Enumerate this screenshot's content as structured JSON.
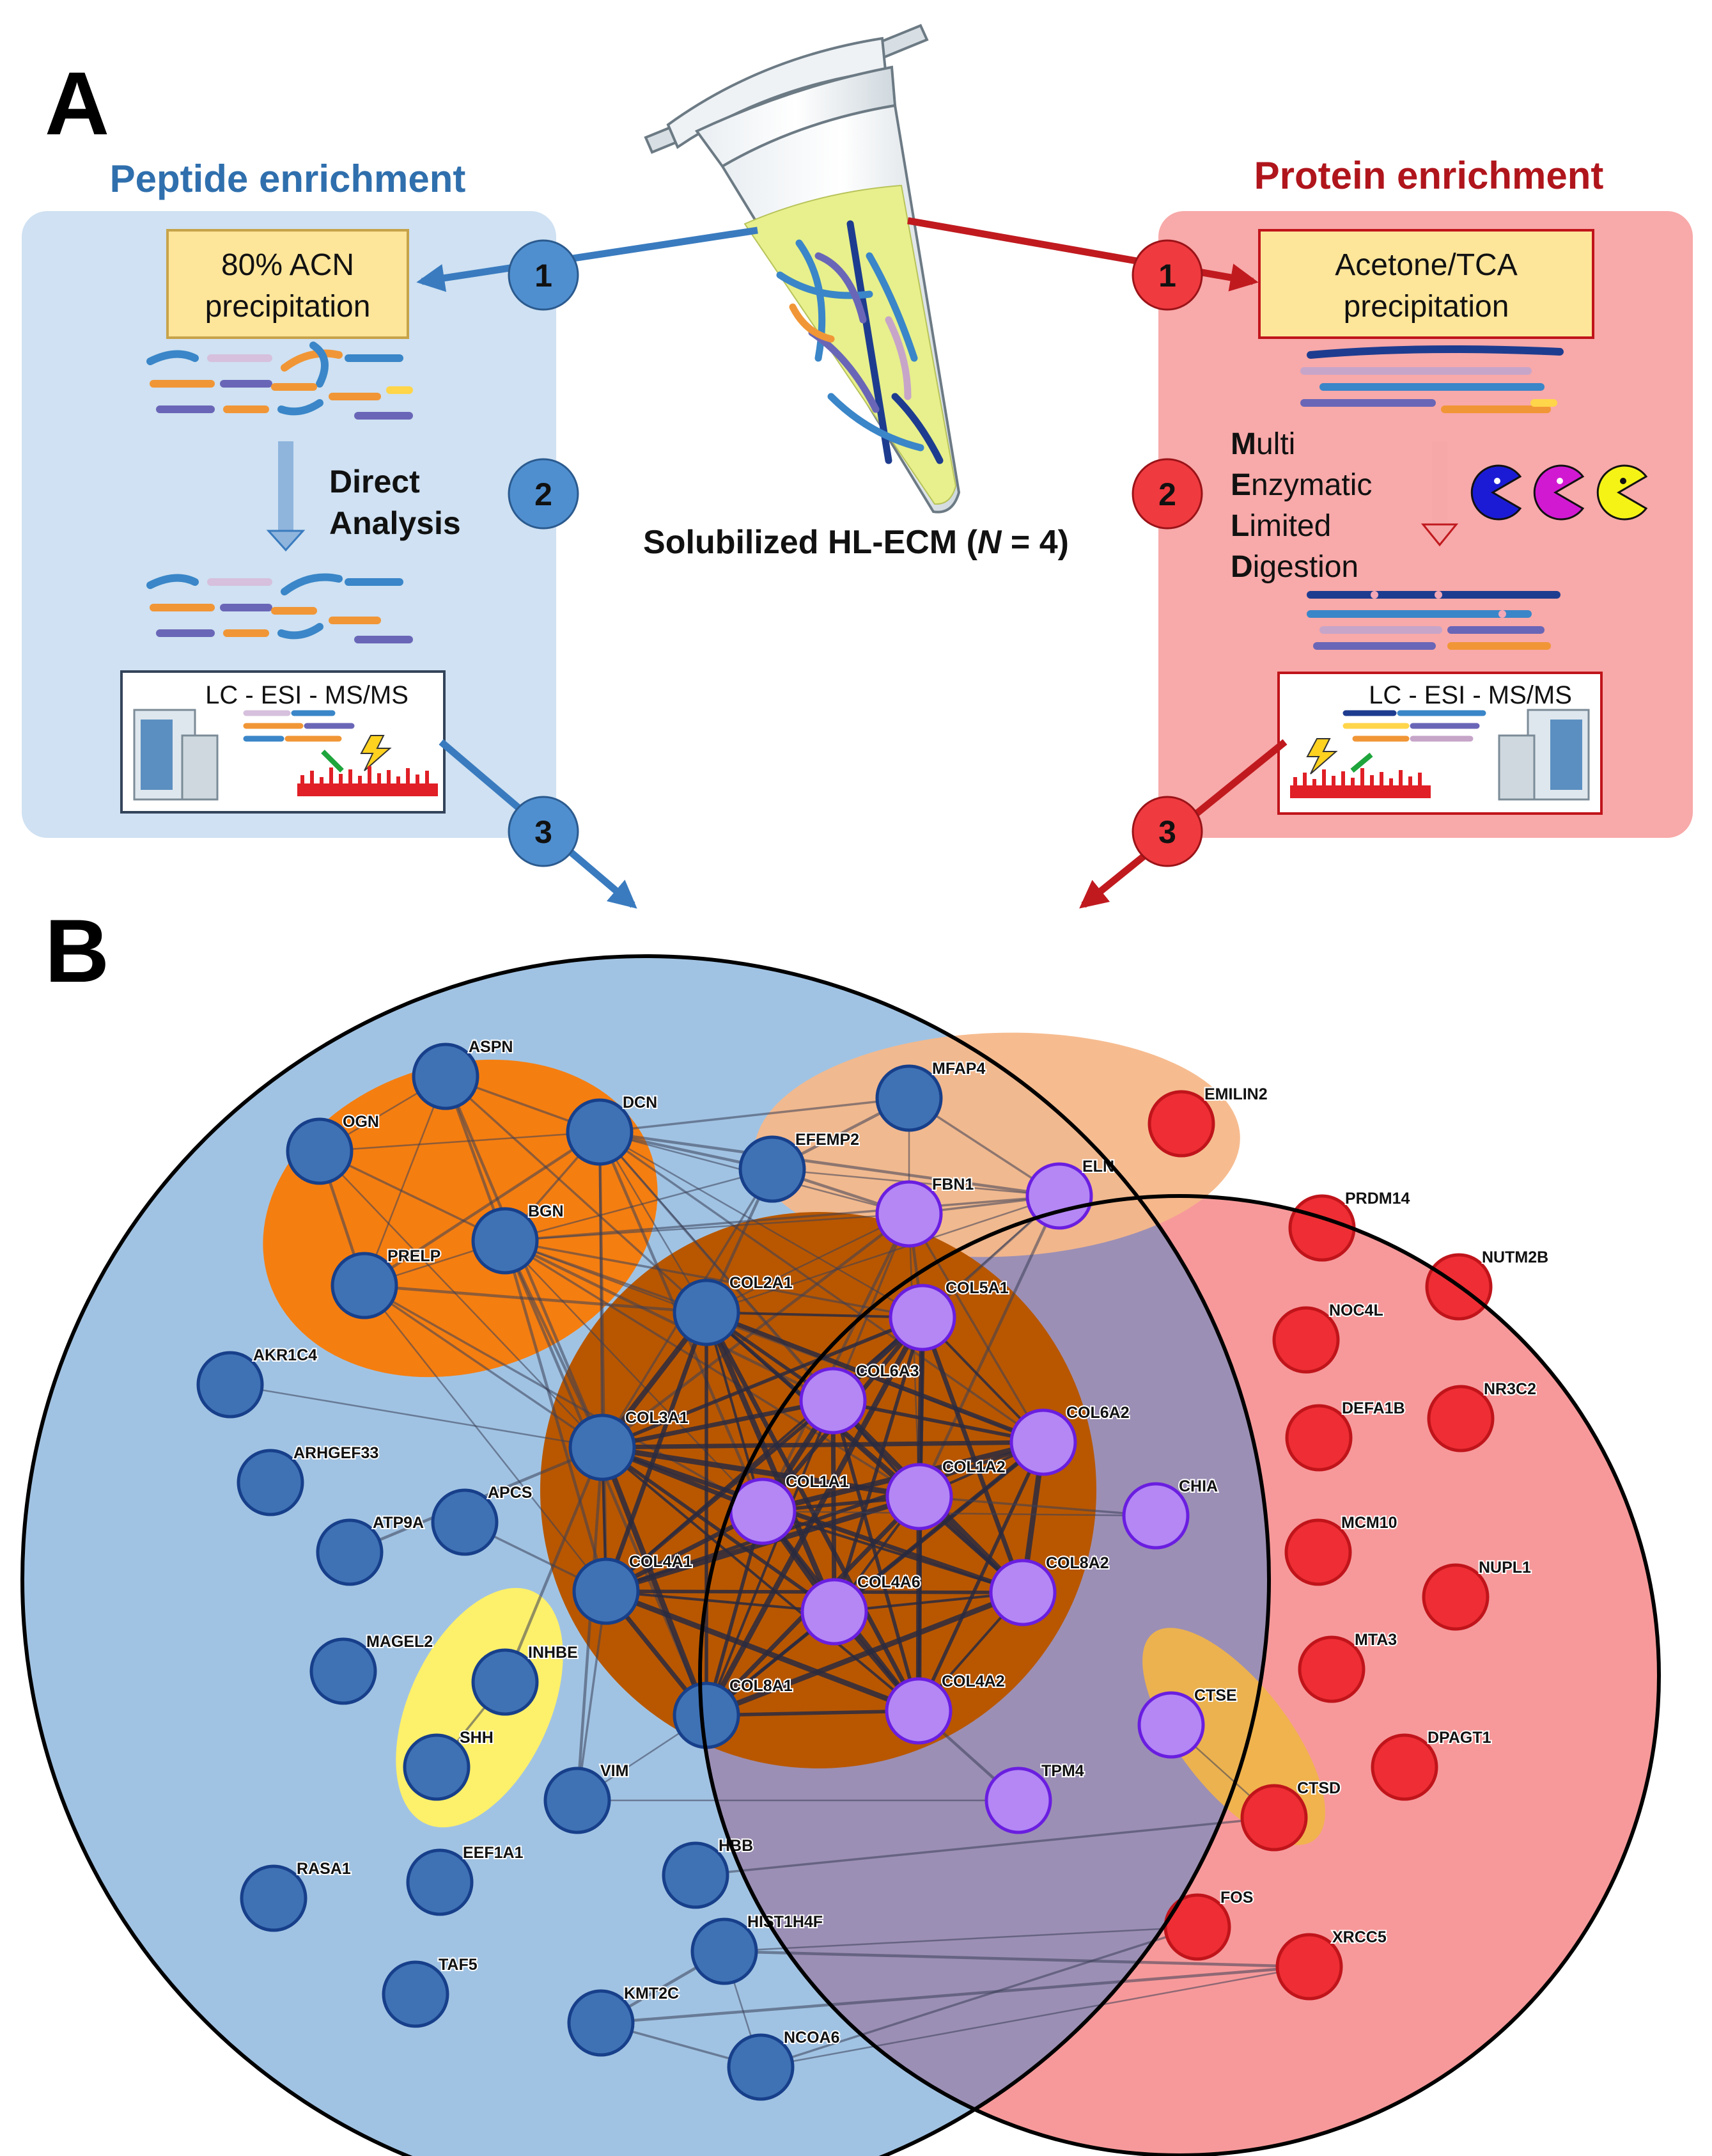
{
  "panel_a": {
    "letter": "A",
    "left_title": "Peptide enrichment",
    "right_title": "Protein enrichment",
    "left_box_line1": "80% ACN",
    "left_box_line2": "precipitation",
    "right_box_line1": "Acetone/TCA",
    "right_box_line2": "precipitation",
    "direct_line1": "Direct",
    "direct_line2": "Analysis",
    "meld": [
      {
        "initial": "M",
        "rest": "ulti"
      },
      {
        "initial": "E",
        "rest": "nzymatic"
      },
      {
        "initial": "L",
        "rest": "imited"
      },
      {
        "initial": "D",
        "rest": "igestion"
      }
    ],
    "lcms_label": "LC - ESI - MS/MS",
    "sample_pre": "Solubilized HL-ECM (",
    "sample_n": "N",
    "sample_post": " = 4)",
    "steps": [
      "1",
      "2",
      "3"
    ],
    "colors": {
      "blue": "#3a7bbf",
      "red": "#c01a1f",
      "blue_panel": "#cfe1f2",
      "red_panel": "#f8a9a9",
      "box": "#fde59a"
    }
  },
  "panel_b": {
    "letter": "B",
    "colors": {
      "blue_node": "#3f72b5",
      "red_node": "#ee2e34",
      "purple_node": "#b487f5",
      "orange": "#f57e10",
      "dark_orange": "#b85700",
      "peach": "#f6b88a",
      "yellow": "#fdf06b"
    },
    "nodes": [
      {
        "label": "ASPN",
        "type": "blue"
      },
      {
        "label": "OGN",
        "type": "blue"
      },
      {
        "label": "DCN",
        "type": "blue"
      },
      {
        "label": "BGN",
        "type": "blue"
      },
      {
        "label": "PRELP",
        "type": "blue"
      },
      {
        "label": "MFAP4",
        "type": "blue"
      },
      {
        "label": "EFEMP2",
        "type": "blue"
      },
      {
        "label": "FBN1",
        "type": "purple"
      },
      {
        "label": "ELN",
        "type": "purple"
      },
      {
        "label": "EMILIN2",
        "type": "red"
      },
      {
        "label": "COL2A1",
        "type": "blue"
      },
      {
        "label": "COL5A1",
        "type": "purple"
      },
      {
        "label": "COL6A3",
        "type": "purple"
      },
      {
        "label": "COL6A2",
        "type": "purple"
      },
      {
        "label": "COL3A1",
        "type": "blue"
      },
      {
        "label": "COL1A1",
        "type": "purple"
      },
      {
        "label": "COL1A2",
        "type": "purple"
      },
      {
        "label": "CHIA",
        "type": "purple"
      },
      {
        "label": "COL4A1",
        "type": "blue"
      },
      {
        "label": "COL4A6",
        "type": "purple"
      },
      {
        "label": "COL8A2",
        "type": "purple"
      },
      {
        "label": "COL8A1",
        "type": "blue"
      },
      {
        "label": "COL4A2",
        "type": "purple"
      },
      {
        "label": "AKR1C4",
        "type": "blue"
      },
      {
        "label": "ARHGEF33",
        "type": "blue"
      },
      {
        "label": "APCS",
        "type": "blue"
      },
      {
        "label": "ATP9A",
        "type": "blue"
      },
      {
        "label": "MAGEL2",
        "type": "blue"
      },
      {
        "label": "INHBE",
        "type": "blue"
      },
      {
        "label": "SHH",
        "type": "blue"
      },
      {
        "label": "VIM",
        "type": "blue"
      },
      {
        "label": "TPM4",
        "type": "purple"
      },
      {
        "label": "CTSE",
        "type": "purple"
      },
      {
        "label": "CTSD",
        "type": "red"
      },
      {
        "label": "RASA1",
        "type": "blue"
      },
      {
        "label": "EEF1A1",
        "type": "blue"
      },
      {
        "label": "HBB",
        "type": "blue"
      },
      {
        "label": "HIST1H4F",
        "type": "blue"
      },
      {
        "label": "TAF5",
        "type": "blue"
      },
      {
        "label": "KMT2C",
        "type": "blue"
      },
      {
        "label": "NCOA6",
        "type": "blue"
      },
      {
        "label": "FOS",
        "type": "red"
      },
      {
        "label": "XRCC5",
        "type": "red"
      },
      {
        "label": "PRDM14",
        "type": "red"
      },
      {
        "label": "NUTM2B",
        "type": "red"
      },
      {
        "label": "NOC4L",
        "type": "red"
      },
      {
        "label": "NR3C2",
        "type": "red"
      },
      {
        "label": "DEFA1B",
        "type": "red"
      },
      {
        "label": "MCM10",
        "type": "red"
      },
      {
        "label": "NUPL1",
        "type": "red"
      },
      {
        "label": "MTA3",
        "type": "red"
      },
      {
        "label": "DPAGT1",
        "type": "red"
      }
    ],
    "edges": [
      [
        "ASPN",
        "OGN"
      ],
      [
        "ASPN",
        "DCN"
      ],
      [
        "ASPN",
        "BGN"
      ],
      [
        "ASPN",
        "PRELP"
      ],
      [
        "ASPN",
        "COL2A1"
      ],
      [
        "ASPN",
        "COL3A1"
      ],
      [
        "OGN",
        "DCN"
      ],
      [
        "OGN",
        "BGN"
      ],
      [
        "OGN",
        "PRELP"
      ],
      [
        "OGN",
        "COL3A1"
      ],
      [
        "DCN",
        "BGN"
      ],
      [
        "DCN",
        "PRELP"
      ],
      [
        "DCN",
        "COL2A1"
      ],
      [
        "DCN",
        "COL3A1"
      ],
      [
        "DCN",
        "COL1A1"
      ],
      [
        "DCN",
        "COL1A2"
      ],
      [
        "DCN",
        "COL6A3"
      ],
      [
        "DCN",
        "EFEMP2"
      ],
      [
        "DCN",
        "FBN1"
      ],
      [
        "DCN",
        "MFAP4"
      ],
      [
        "DCN",
        "ELN"
      ],
      [
        "DCN",
        "COL5A1"
      ],
      [
        "DCN",
        "COL6A2"
      ],
      [
        "DCN",
        "COL4A1"
      ],
      [
        "BGN",
        "PRELP"
      ],
      [
        "BGN",
        "COL2A1"
      ],
      [
        "BGN",
        "COL3A1"
      ],
      [
        "BGN",
        "COL1A1"
      ],
      [
        "BGN",
        "COL1A2"
      ],
      [
        "BGN",
        "COL6A3"
      ],
      [
        "BGN",
        "COL6A2"
      ],
      [
        "BGN",
        "COL5A1"
      ],
      [
        "BGN",
        "COL4A1"
      ],
      [
        "BGN",
        "FBN1"
      ],
      [
        "BGN",
        "ELN"
      ],
      [
        "BGN",
        "COL8A1"
      ],
      [
        "BGN",
        "EFEMP2"
      ],
      [
        "PRELP",
        "COL3A1"
      ],
      [
        "PRELP",
        "COL2A1"
      ],
      [
        "PRELP",
        "COL4A1"
      ],
      [
        "PRELP",
        "COL1A1"
      ],
      [
        "MFAP4",
        "EFEMP2"
      ],
      [
        "MFAP4",
        "FBN1"
      ],
      [
        "MFAP4",
        "ELN"
      ],
      [
        "EFEMP2",
        "FBN1"
      ],
      [
        "EFEMP2",
        "ELN"
      ],
      [
        "FBN1",
        "ELN"
      ],
      [
        "FBN1",
        "COL5A1"
      ],
      [
        "FBN1",
        "COL2A1"
      ],
      [
        "FBN1",
        "COL6A3"
      ],
      [
        "FBN1",
        "COL1A1"
      ],
      [
        "FBN1",
        "COL1A2"
      ],
      [
        "FBN1",
        "COL6A2"
      ],
      [
        "FBN1",
        "COL3A1"
      ],
      [
        "ELN",
        "COL5A1"
      ],
      [
        "ELN",
        "COL6A3"
      ],
      [
        "ELN",
        "COL1A2"
      ],
      [
        "ELN",
        "COL2A1"
      ],
      [
        "EFEMP2",
        "COL3A1"
      ],
      [
        "EFEMP2",
        "COL2A1"
      ],
      [
        "COL2A1",
        "COL5A1"
      ],
      [
        "COL2A1",
        "COL6A3"
      ],
      [
        "COL2A1",
        "COL6A2"
      ],
      [
        "COL2A1",
        "COL3A1"
      ],
      [
        "COL2A1",
        "COL1A1"
      ],
      [
        "COL2A1",
        "COL1A2"
      ],
      [
        "COL2A1",
        "COL4A1"
      ],
      [
        "COL2A1",
        "COL4A6"
      ],
      [
        "COL2A1",
        "COL8A2"
      ],
      [
        "COL2A1",
        "COL8A1"
      ],
      [
        "COL2A1",
        "COL4A2"
      ],
      [
        "COL5A1",
        "COL6A3"
      ],
      [
        "COL5A1",
        "COL6A2"
      ],
      [
        "COL5A1",
        "COL3A1"
      ],
      [
        "COL5A1",
        "COL1A1"
      ],
      [
        "COL5A1",
        "COL1A2"
      ],
      [
        "COL5A1",
        "COL4A1"
      ],
      [
        "COL5A1",
        "COL4A6"
      ],
      [
        "COL5A1",
        "COL8A2"
      ],
      [
        "COL5A1",
        "COL8A1"
      ],
      [
        "COL5A1",
        "COL4A2"
      ],
      [
        "COL6A3",
        "COL6A2"
      ],
      [
        "COL6A3",
        "COL3A1"
      ],
      [
        "COL6A3",
        "COL1A1"
      ],
      [
        "COL6A3",
        "COL1A2"
      ],
      [
        "COL6A3",
        "COL4A1"
      ],
      [
        "COL6A3",
        "COL4A6"
      ],
      [
        "COL6A3",
        "COL8A2"
      ],
      [
        "COL6A3",
        "COL8A1"
      ],
      [
        "COL6A3",
        "COL4A2"
      ],
      [
        "COL6A2",
        "COL3A1"
      ],
      [
        "COL6A2",
        "COL1A1"
      ],
      [
        "COL6A2",
        "COL1A2"
      ],
      [
        "COL6A2",
        "COL4A1"
      ],
      [
        "COL6A2",
        "COL4A6"
      ],
      [
        "COL6A2",
        "COL8A2"
      ],
      [
        "COL6A2",
        "COL8A1"
      ],
      [
        "COL6A2",
        "COL4A2"
      ],
      [
        "COL3A1",
        "COL1A1"
      ],
      [
        "COL3A1",
        "COL1A2"
      ],
      [
        "COL3A1",
        "COL4A1"
      ],
      [
        "COL3A1",
        "COL4A6"
      ],
      [
        "COL3A1",
        "COL8A2"
      ],
      [
        "COL3A1",
        "COL8A1"
      ],
      [
        "COL3A1",
        "COL4A2"
      ],
      [
        "COL1A1",
        "COL1A2"
      ],
      [
        "COL1A1",
        "COL4A1"
      ],
      [
        "COL1A1",
        "COL4A6"
      ],
      [
        "COL1A1",
        "COL8A2"
      ],
      [
        "COL1A1",
        "COL8A1"
      ],
      [
        "COL1A1",
        "COL4A2"
      ],
      [
        "COL1A2",
        "COL4A1"
      ],
      [
        "COL1A2",
        "COL4A6"
      ],
      [
        "COL1A2",
        "COL8A2"
      ],
      [
        "COL1A2",
        "COL8A1"
      ],
      [
        "COL1A2",
        "COL4A2"
      ],
      [
        "COL4A1",
        "COL4A6"
      ],
      [
        "COL4A1",
        "COL8A2"
      ],
      [
        "COL4A1",
        "COL8A1"
      ],
      [
        "COL4A1",
        "COL4A2"
      ],
      [
        "COL4A6",
        "COL8A2"
      ],
      [
        "COL4A6",
        "COL8A1"
      ],
      [
        "COL4A6",
        "COL4A2"
      ],
      [
        "COL8A2",
        "COL8A1"
      ],
      [
        "COL8A2",
        "COL4A2"
      ],
      [
        "COL8A1",
        "COL4A2"
      ],
      [
        "COL1A1",
        "CHIA"
      ],
      [
        "COL1A2",
        "CHIA"
      ],
      [
        "COL4A2",
        "TPM4"
      ],
      [
        "COL8A1",
        "VIM"
      ],
      [
        "COL4A1",
        "VIM"
      ],
      [
        "COL3A1",
        "VIM"
      ],
      [
        "VIM",
        "TPM4"
      ],
      [
        "APCS",
        "COL4A1"
      ],
      [
        "COL3A1",
        "ATP9A"
      ],
      [
        "AKR1C4",
        "COL3A1"
      ],
      [
        "INHBE",
        "SHH"
      ],
      [
        "INHBE",
        "COL3A1"
      ],
      [
        "CTSE",
        "CTSD"
      ],
      [
        "HBB",
        "CTSD"
      ],
      [
        "HIST1H4F",
        "XRCC5"
      ],
      [
        "HIST1H4F",
        "FOS"
      ],
      [
        "KMT2C",
        "NCOA6"
      ],
      [
        "KMT2C",
        "HIST1H4F"
      ],
      [
        "NCOA6",
        "XRCC5"
      ],
      [
        "NCOA6",
        "FOS"
      ],
      [
        "KMT2C",
        "XRCC5"
      ],
      [
        "NCOA6",
        "HIST1H4F"
      ]
    ]
  }
}
